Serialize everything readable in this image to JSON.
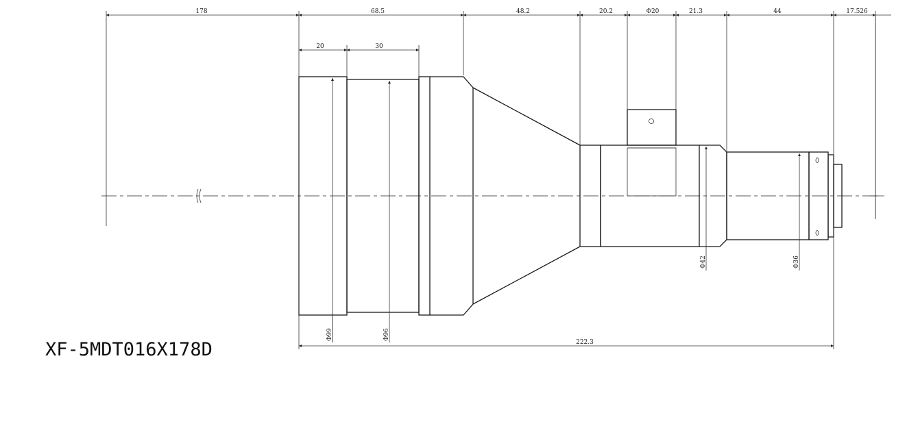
{
  "model_name": "XF-5MDT016X178D",
  "dimensions": {
    "working_distance": "178",
    "front_section": "68.5",
    "taper_section": "48.2",
    "body_to_knob": "20.2",
    "knob_diameter": "Φ20",
    "knob_to_step": "21.3",
    "rear_tube": "44",
    "flange": "17.526",
    "front_ring": "20",
    "front_tube": "30",
    "overall_length": "222.3",
    "dia_front_ring": "Φ99",
    "dia_front_tube": "Φ96",
    "dia_body": "Φ42",
    "dia_rear": "Φ36"
  },
  "colors": {
    "line": "#1a1a1a",
    "background": "#ffffff"
  }
}
